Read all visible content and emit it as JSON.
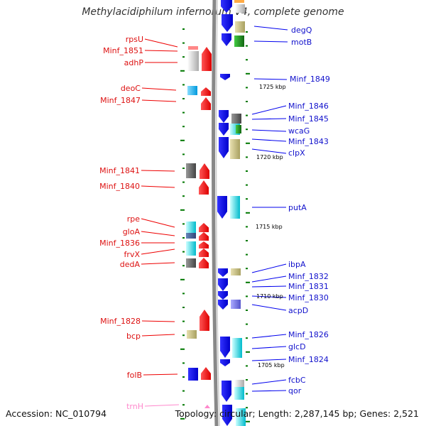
{
  "title": "Methylacidiphilum infernorum V4, complete genome",
  "footer": {
    "accession": "Accession: NC_010794",
    "summary": "Topology: circular; Length: 2,287,145 bp; Genes: 2,521"
  },
  "kbp_marks": [
    "1725 kbp",
    "1720 kbp",
    "1715 kbp",
    "1710 kbp",
    "1705 kbp"
  ],
  "left_genes": [
    "rpsU",
    "Minf_1851",
    "adhP",
    "deoC",
    "Minf_1847",
    "Minf_1841",
    "Minf_1840",
    "rpe",
    "gloA",
    "Minf_1836",
    "frvX",
    "dedA",
    "Minf_1828",
    "bcp",
    "folB",
    "trnH"
  ],
  "right_genes": [
    "degQ",
    "motB",
    "Minf_1849",
    "Minf_1846",
    "Minf_1845",
    "wcaG",
    "Minf_1843",
    "clpX",
    "putA",
    "ibpA",
    "Minf_1832",
    "Minf_1831",
    "Minf_1830",
    "acpD",
    "Minf_1826",
    "glcD",
    "Minf_1824",
    "fcbC",
    "qor"
  ],
  "colors": {
    "forward_strand": "#ee0000",
    "reverse_strand": "#0000ee",
    "trna": "#ff88cc",
    "backbone": "#888888",
    "tick": "#007700"
  }
}
